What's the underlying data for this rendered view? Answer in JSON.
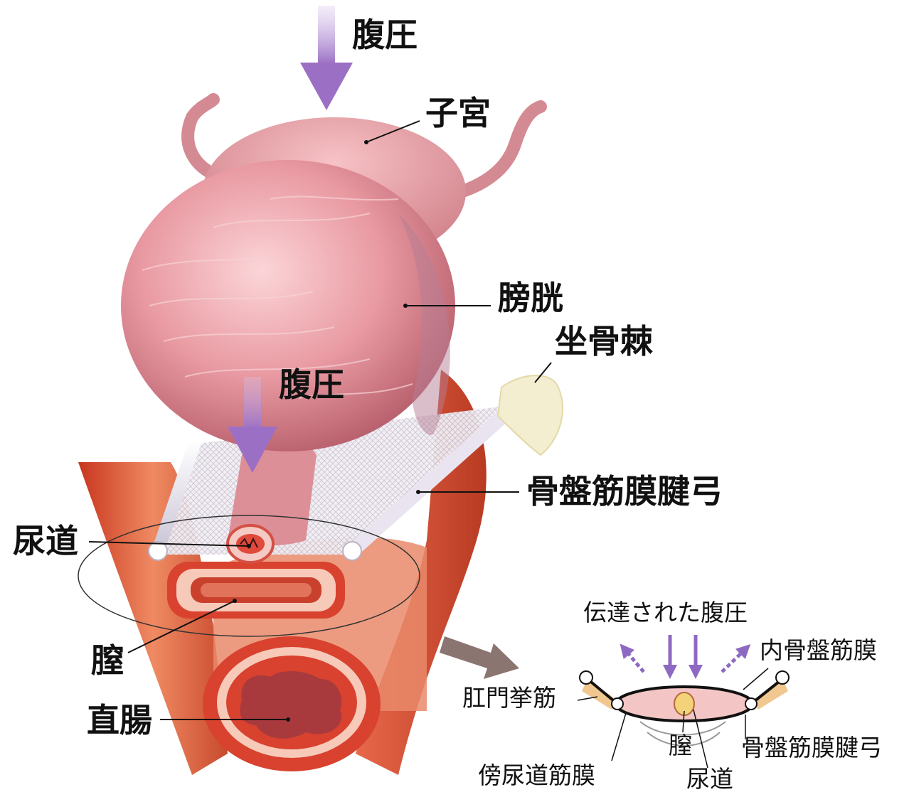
{
  "labels": {
    "abdominal_pressure_top": "腹圧",
    "uterus": "子宮",
    "bladder": "膀胱",
    "ischial_spine": "坐骨棘",
    "abdominal_pressure_mid": "腹圧",
    "arcus_tendineus": "骨盤筋膜腱弓",
    "urethra": "尿道",
    "vagina": "膣",
    "rectum": "直腸"
  },
  "inset": {
    "transmitted_pressure": "伝達された腹圧",
    "endopelvic_fascia": "内骨盤筋膜",
    "levator_ani": "肛門挙筋",
    "arcus_tendineus": "骨盤筋膜腱弓",
    "vagina": "膣",
    "paraurethral_fascia": "傍尿道筋膜",
    "urethra": "尿道"
  },
  "colors": {
    "pressure_arrow": "#9b6fc4",
    "pointer_arrow": "#8a7570",
    "tissue_pink": "#e79aa1",
    "muscle_red": "#d9432a",
    "bone": "#f2ecc8"
  }
}
